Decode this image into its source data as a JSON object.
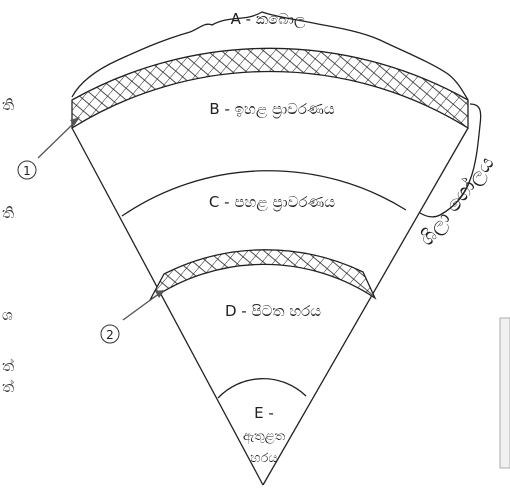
{
  "layers": {
    "a": "A - කබොල",
    "b": "B - ඉහළ ප්‍රාවරණය",
    "c": "C - පහළ ප්‍රාවරණය",
    "d": "D - පිටත හරය",
    "e_line1": "E -",
    "e_line2": "ඇතුළත",
    "e_line3": "හරය"
  },
  "markers": {
    "one": "1",
    "two": "2"
  },
  "side_label": "ශිලා ගෝලය",
  "edge_fragments": [
    "ති",
    "ති",
    "ශ",
    "ත්",
    "ත්"
  ]
}
